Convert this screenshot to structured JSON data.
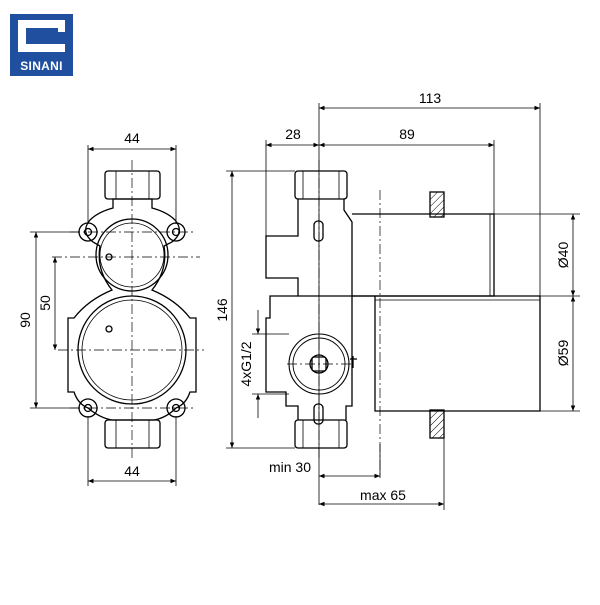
{
  "brand": {
    "name": "SINANI",
    "color": "#1f4f9e"
  },
  "dimensions": {
    "front_width_top": "44",
    "front_width_bottom": "44",
    "front_height_total": "90",
    "front_height_inner": "50",
    "side_overall_depth": "113",
    "side_rear_offset": "28",
    "side_front_depth": "89",
    "side_height": "146",
    "thread": "4xG1/2",
    "diameter_small": "Ø40",
    "diameter_large": "Ø59",
    "min_depth": "min 30",
    "max_depth": "max 65"
  }
}
